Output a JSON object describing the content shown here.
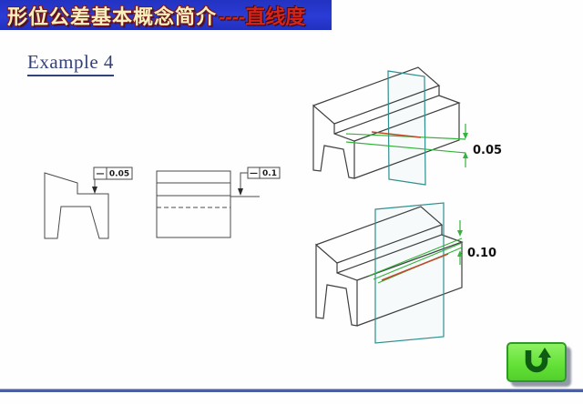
{
  "title_bar": {
    "main": "形位公差基本概念简介",
    "suffix": "----直线度",
    "bg_color": "#2b3cd6",
    "main_color": "#f6efbe",
    "suffix_color": "#d5251a"
  },
  "heading": {
    "label": "Example 4"
  },
  "left_view": {
    "symbol": "—",
    "value": "0.05"
  },
  "middle_view": {
    "symbol": "—",
    "value": "0.1"
  },
  "top_iso": {
    "label": "0.05"
  },
  "bottom_iso": {
    "label": "0.10"
  },
  "colors": {
    "drawing_line": "#4a4a4a",
    "cutting_plane": "#2e8f8f",
    "tolerance_zone": "#35b33c",
    "actual_line": "#bf4a2a",
    "button_green": "#63e036",
    "footer_rule": "#4d5fa3"
  },
  "nav_button": {
    "icon": "u-turn-arrow"
  }
}
